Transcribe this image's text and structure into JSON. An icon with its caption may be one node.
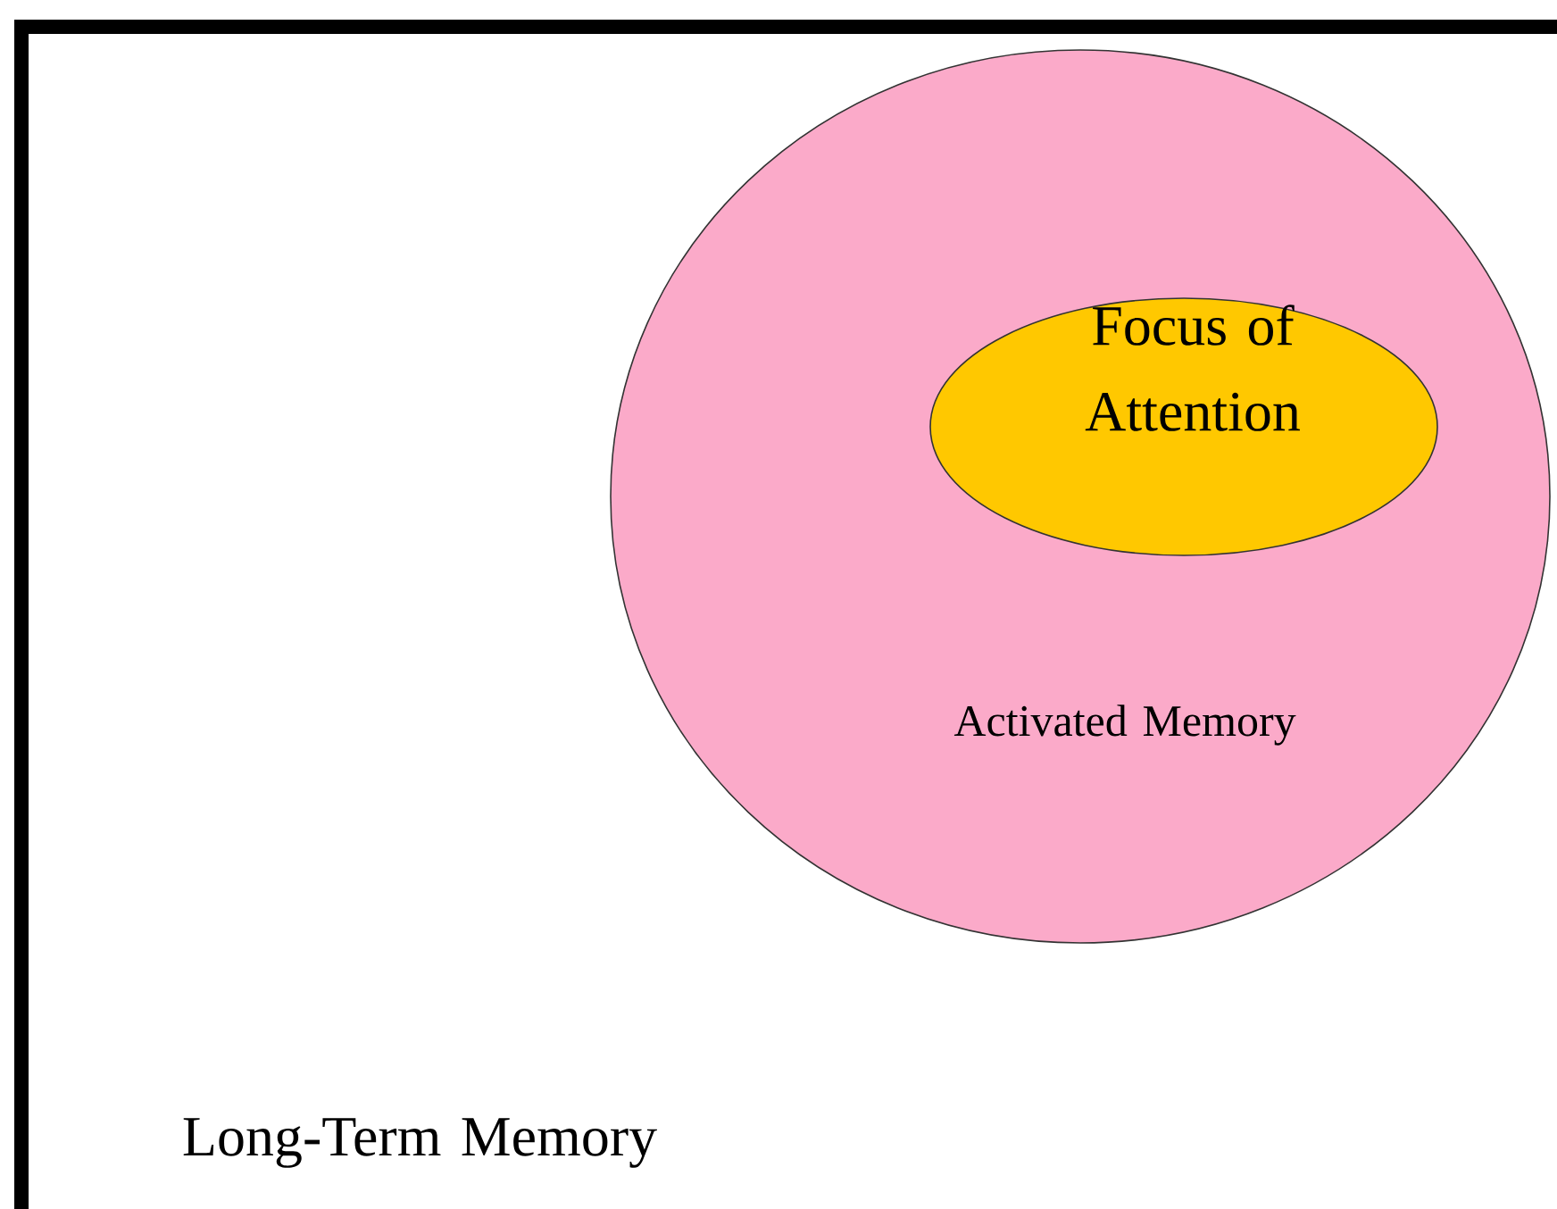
{
  "diagram": {
    "nodes": [
      {
        "text": [
          "Long-Term Memory"
        ]
      },
      {
        "text": [
          "Activated Memory"
        ],
        "in": 0
      },
      {
        "text": [
          "Focus of Attention"
        ],
        "in": 1
      }
    ]
  }
}
